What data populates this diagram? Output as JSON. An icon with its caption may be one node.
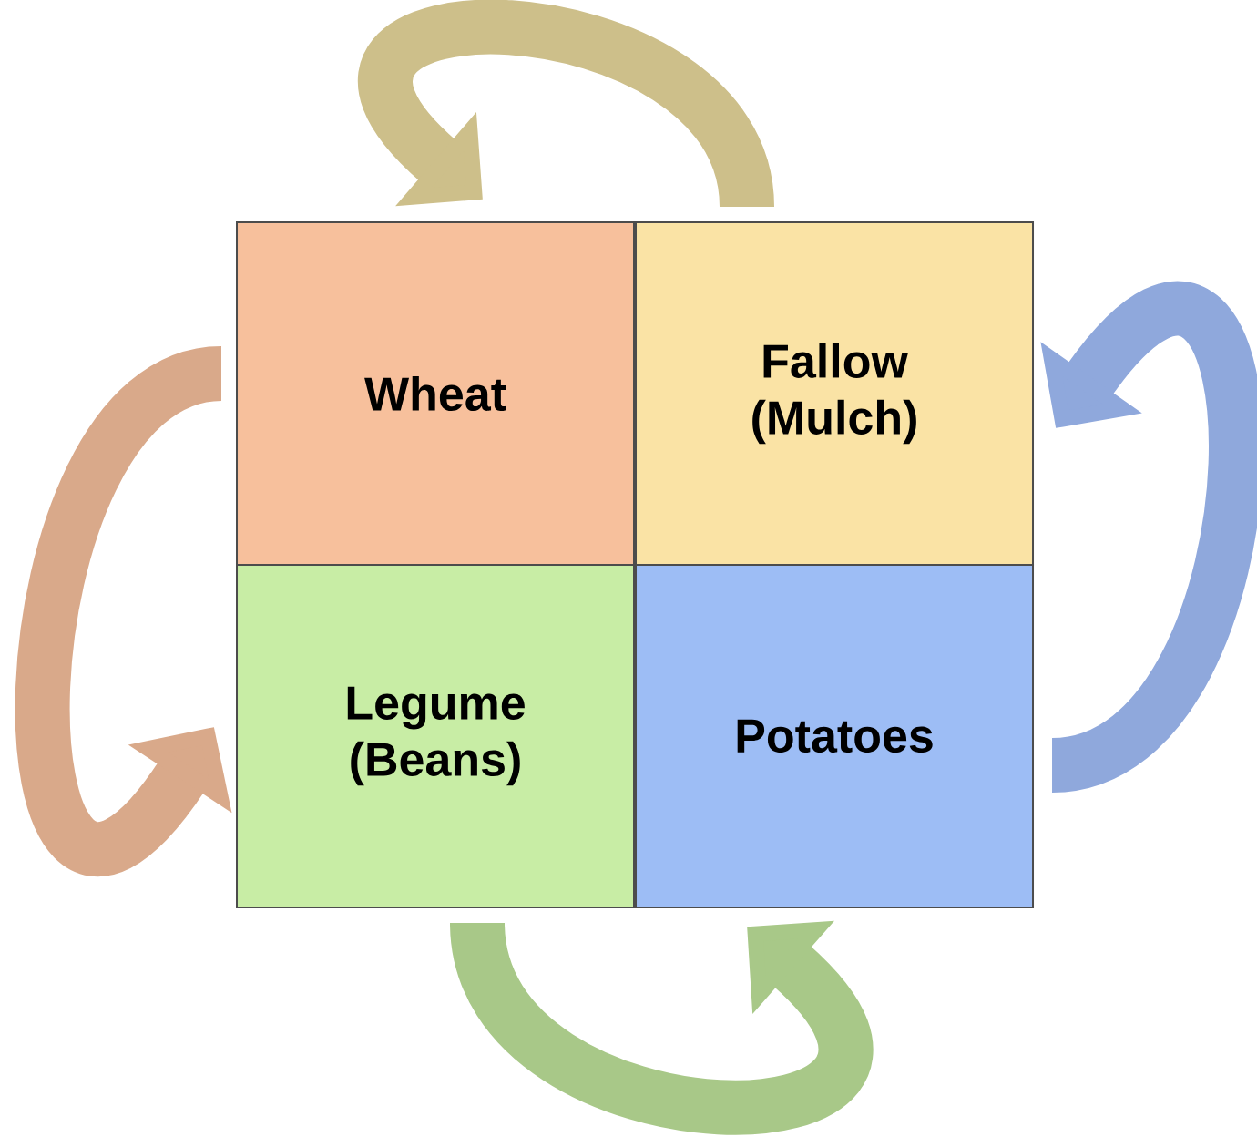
{
  "diagram": {
    "nodes": [
      {
        "text": [
          "Wheat"
        ]
      },
      {
        "text": [
          "Fallow (Mulch)"
        ]
      },
      {
        "text": [
          "Legume (Beans)"
        ]
      },
      {
        "text": [
          "Potatoes"
        ]
      }
    ],
    "edges": [
      {
        "from": 1,
        "to": 0,
        "arrow": "to"
      },
      {
        "from": 0,
        "to": 2,
        "arrow": "to"
      },
      {
        "from": 2,
        "to": 3,
        "arrow": "to"
      },
      {
        "from": 3,
        "to": 1,
        "arrow": "to"
      }
    ]
  }
}
